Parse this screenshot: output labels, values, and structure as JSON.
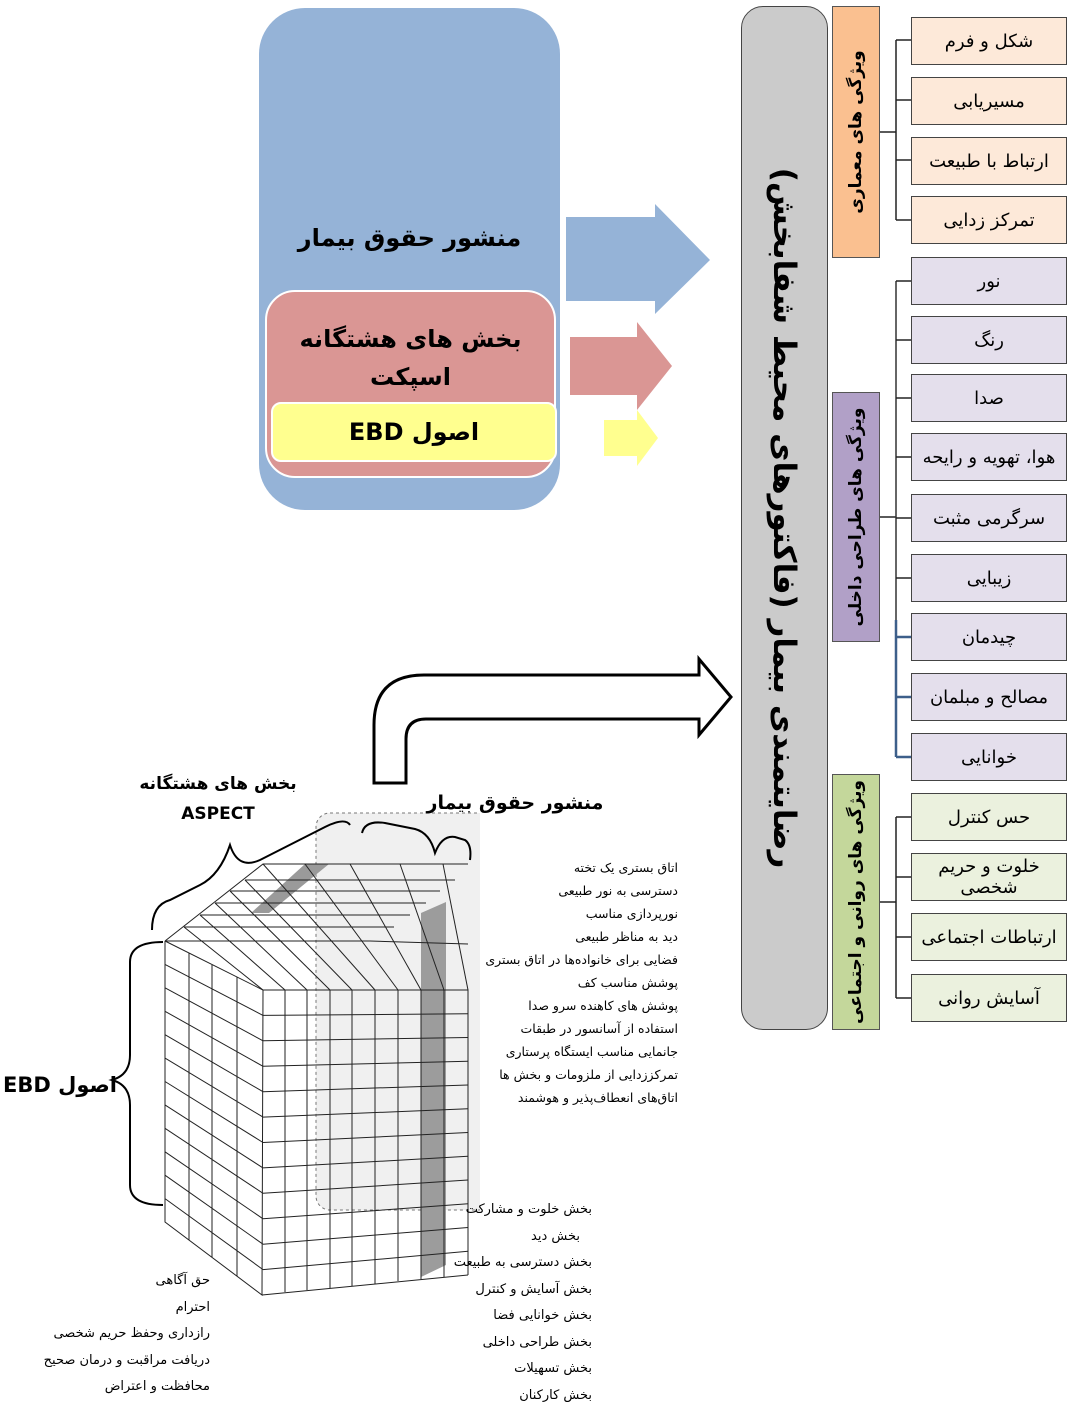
{
  "top_diagram": {
    "outer_title": "منشور حقوق بیمار",
    "middle_title": "بخش های هشتگانه اسپکت",
    "inner_title": "اصول EBD",
    "colors": {
      "outer": "#95b3d7",
      "middle": "#da9694",
      "inner": "#ffff8f"
    }
  },
  "central_title": "رضایتمندی بیمار (فاکتورهای محیط شفابخش)",
  "categories": [
    {
      "label": "ویژگی های معماری",
      "color": "#fac090",
      "leaf_color": "#fde9d9",
      "items": [
        "شکل و فرم",
        "مسیریابی",
        "ارتباط با طبیعت",
        "تمرکز زدایی"
      ]
    },
    {
      "label": "ویژگی های طراحی داخلی",
      "color": "#b1a0c7",
      "leaf_color": "#e4dfec",
      "items": [
        "نور",
        "رنگ",
        "صدا",
        "هوا، تهویه و رایحه",
        "سرگرمی مثبت",
        "زیبایی",
        "چیدمان",
        "مصالح و مبلمان",
        "خوانایی"
      ]
    },
    {
      "label": "ویژگی های روانی و اجتماعی",
      "color": "#c4d79b",
      "leaf_color": "#ebf1de",
      "items": [
        "حس کنترل",
        "خلوت و حریم شخصی",
        "ارتباطات اجتماعی",
        "آسایش روانی"
      ]
    }
  ],
  "cube": {
    "aspect_label_1": "بخش های هشتگانه",
    "aspect_label_2": "ASPECT",
    "charter_label": "منشور حقوق بیمار",
    "ebd_label": "اصول EBD",
    "ebd_list": [
      "اتاق بستری یک تخته",
      "دسترسی به نور طبیعی",
      "نورپردازی مناسب",
      "دید به مناظر طبیعی",
      "فضایی برای خانواده‌ها در اتاق بستری",
      "پوشش مناسب کف",
      "پوشش های کاهنده سرو صدا",
      "استفاده از آسانسور در طبقات",
      "جانمایی مناسب ایستگاه پرستاری",
      "تمرکززدایی از ملزومات و بخش ها",
      "اتاق‌های انعطاف‌پذیر و هوشمند"
    ],
    "aspect_list": [
      "بخش خلوت و مشارکت",
      "بخش دید",
      "بخش دسترسی به طبیعت",
      "بخش آسایش و کنترل",
      "بخش خوانایی فضا",
      "بخش طراحی داخلی",
      "بخش تسهیلات",
      "بخش کارکنان"
    ],
    "charter_list": [
      "حق آگاهی",
      "احترام",
      "رازداری وحفظ حریم شخصی",
      "دریافت مراقبت و درمان صحیح",
      "محافظت و اعتراض"
    ]
  }
}
